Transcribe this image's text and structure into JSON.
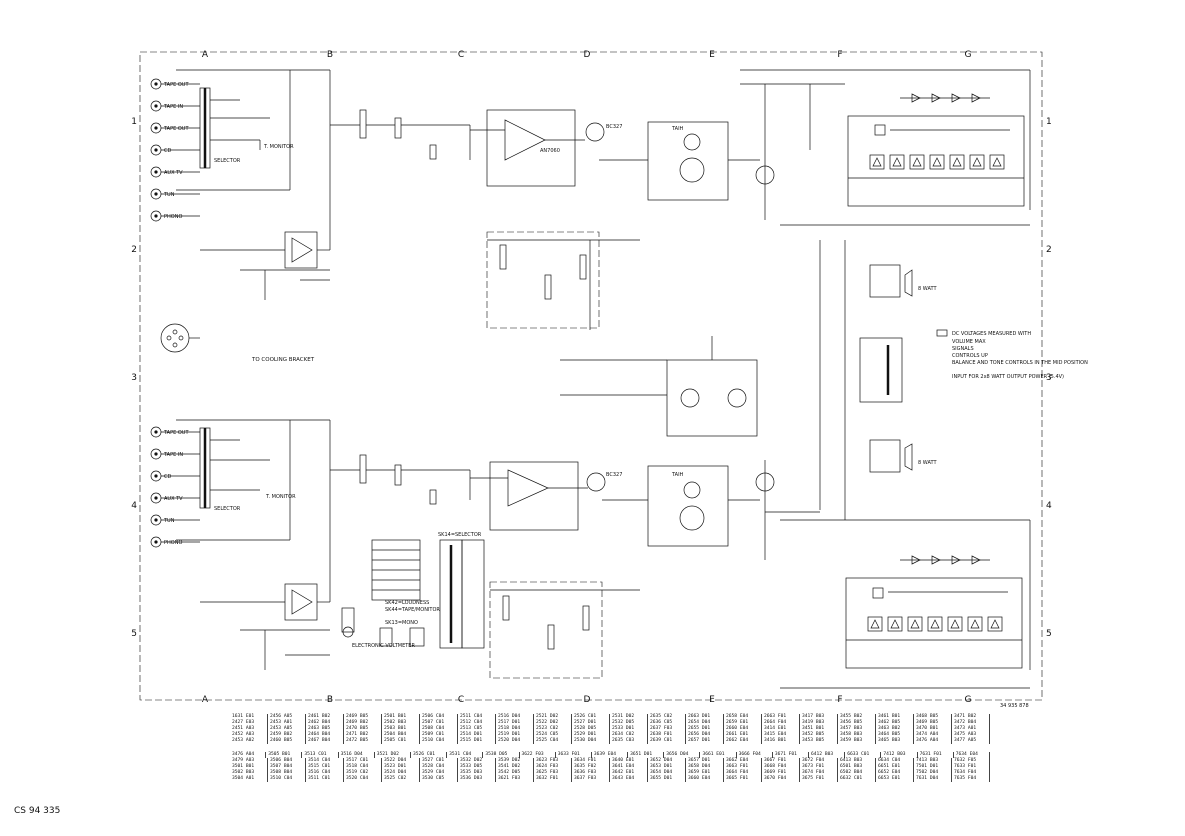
{
  "drawing_number": "CS 94 335",
  "sheet_code": "34 935 878",
  "grid": {
    "columns": [
      "A",
      "B",
      "C",
      "D",
      "E",
      "F",
      "G"
    ],
    "rows": [
      "1",
      "2",
      "3",
      "4",
      "5"
    ]
  },
  "legend_notes": [
    "DC VOLTAGES MEASURED WITH",
    "VOLUME MAX",
    "SIGNALS",
    "CONTROLS UP",
    "BALANCE AND TONE CONTROLS IN THE MID POSITION",
    "INPUT FOR 2x8 WATT OUTPUT POWER (5.4V)"
  ],
  "switch_labels": {
    "loudness": "SK42=LOUDNESS",
    "tape_monitor": "SK44=TAPE/MONITOR",
    "mono": "SK13=MONO",
    "selector": "SK14=SELECTOR",
    "voltmeter": "ELECTRONIC VOLTMETER",
    "cooling": "TO COOLING BRACKET",
    "monitor_top": "T. MONITOR",
    "monitor_bottom": "T. MONITOR",
    "selector_top": "SELECTOR",
    "selector_bottom": "SELECTOR"
  },
  "inputs_top": [
    "TAPE OUT",
    "TAPE IN",
    "TAPE OUT",
    "CD",
    "AUX TV",
    "TUN",
    "PHONO"
  ],
  "inputs_bottom": [
    "TAPE OUT",
    "TAPE IN",
    "CD",
    "AUX TV",
    "TUN",
    "PHONO"
  ],
  "amp_labels": {
    "ic_top": "TAIH",
    "ic_bottom": "TAIH",
    "preamp": "AN7060",
    "tr_top": "BC327",
    "tr_bottom": "BC327"
  },
  "speaker_labels": [
    "8 WATT",
    "8 WATT"
  ],
  "ref_table": {
    "rows_a": [
      "1631 E01 | 2456 A05 | 2461 B02 | 2469 B05 | 2501 B01 | 2506 C04 | 2511 C04 | 2516 D04 | 2521 D02 | 2526 C01 | 2531 D02 | 2635 C02 | 2663 D01 | 2658 E04 | 2663 F01 | 3417 B03 | 3455 B02 | 3461 B01 | 3468 B05 | 3471 B02",
      "2427 E03 | 2453 A01 | 2462 B04 | 2469 B02 | 2502 B03 | 2507 C01 | 2512 C04 | 2517 D01 | 2522 D02 | 2527 D01 | 2532 D05 | 2636 C05 | 2654 D04 | 2659 E01 | 2664 F04 | 3419 B03 | 3456 B05 | 3462 B05 | 3469 B05 | 3472 B04",
      "2451 A03 | 2453 A05 | 2463 B05 | 2470 B05 | 2503 B01 | 2508 C04 | 2513 C05 | 2518 D04 | 2523 C02 | 2528 D05 | 2533 D01 | 2637 F03 | 2655 D01 | 2660 E04 | 3414 E01 | 3451 B01 | 3457 B03 | 3463 B02 | 3470 B01 | 3473 A01",
      "2452 A03 | 2459 B02 | 2464 B04 | 2471 B02 | 2504 B04 | 2509 C01 | 2514 D01 | 2519 D01 | 2524 C05 | 2529 D01 | 2634 C02 | 2638 F01 | 2656 D04 | 2661 E01 | 3415 E04 | 3452 B05 | 3458 B03 | 3464 B05 | 3474 A04 | 3475 A03",
      "2453 A02 | 2460 B05 | 2467 B04 | 2472 B05 | 2505 C01 | 2510 C04 | 2515 D01 | 2520 D04 | 2525 C04 | 2530 D04 | 2635 C03 | 2639 C01 | 2657 D01 | 2662 E04 | 3416 B01 | 3453 B05 | 3459 B03 | 3465 B03 | 3476 A04 | 3477 A05"
    ],
    "rows_b": [
      "3476 A04 | 3505 B01 | 3513 C01 | 3516 D04 | 3521 D02 | 3526 C01 | 3531 C04 | 3538 D05 | 3622 F03 | 3633 F01 | 3639 E04 | 3651 D01 | 3656 D04 | 3661 E01 | 3666 F04 | 3671 F01 | 6412 B03 | 6633 C01 | 7412 B03 | 7631 F01 | 7634 E04",
      "3479 A03 | 3506 B04 | 3514 C04 | 3517 C01 | 3522 D04 | 3527 C01 | 3532 D02 | 3539 D02 | 3623 F03 | 3634 F01 | 3640 E01 | 3652 D04 | 3657 D01 | 3662 E04 | 3667 F01 | 3672 F04 | 6413 B03 | 6634 C04 | 7413 B03 | 7632 F05",
      "3501 B01 | 3507 B04 | 3515 C01 | 3518 C04 | 3523 D01 | 3528 C04 | 3533 D05 | 3541 D02 | 3624 F03 | 3635 F02 | 3641 E04 | 3653 D01 | 3658 D04 | 3663 F01 | 3668 F04 | 3673 F01 | 6501 B03 | 6651 E01 | 7501 D01 | 7633 F01",
      "3502 B03 | 3508 B04 | 3516 C04 | 3519 C02 | 3524 D04 | 3529 C04 | 3535 D03 | 3542 D05 | 3625 F03 | 3636 F03 | 3642 E01 | 3654 D04 | 3659 E01 | 3664 F04 | 3669 F01 | 3674 F04 | 6502 B04 | 6652 E04 | 7502 D04 | 7634 F04",
      "3504 A01 | 3510 C04 | 3511 C01 | 3520 C04 | 3525 C02 | 3530 C05 | 3536 D03 | 3621 F03 | 3632 F01 | 3637 F03 | 3643 E04 | 3655 D01 | 3660 E04 | 3665 F01 | 3670 F04 | 3675 F01 | 6632 C01 | 6653 E01 | 7631 D04 | 7635 F04"
    ]
  },
  "colors": {
    "ink": "#111111",
    "paper": "#ffffff"
  }
}
